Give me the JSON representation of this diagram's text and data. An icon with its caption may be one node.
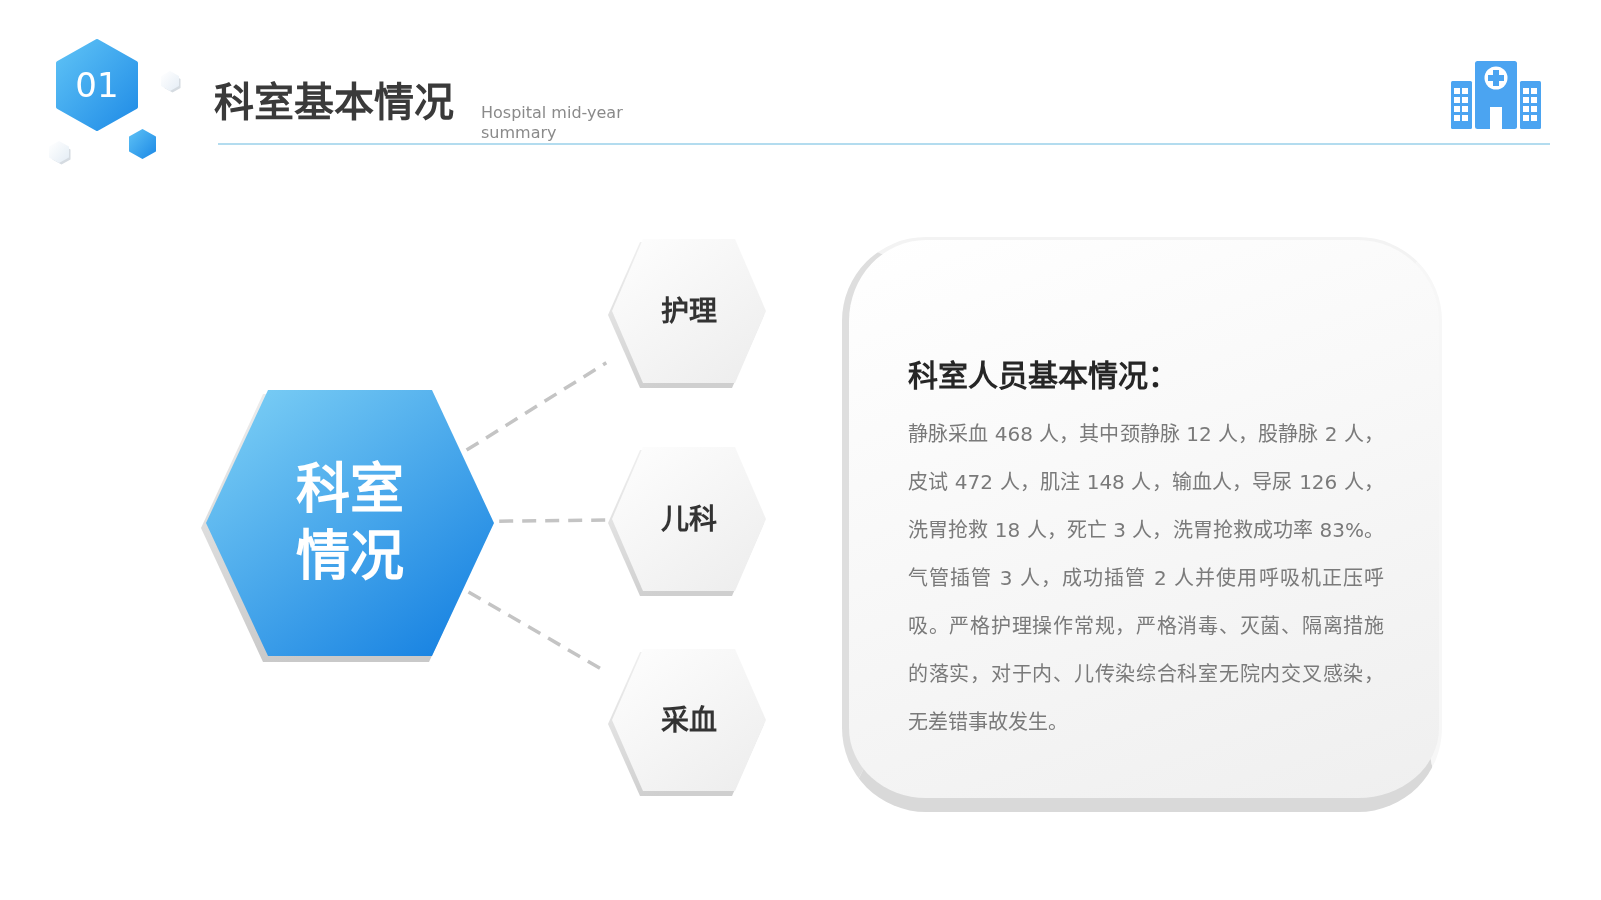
{
  "diagram": {
    "title": "科室基本情况",
    "nodes": [
      {
        "text": [
          "01"
        ]
      },
      {
        "text": [
          "科室情况"
        ]
      },
      {
        "text": [
          "护理"
        ]
      },
      {
        "text": [
          "儿科"
        ]
      },
      {
        "text": [
          "采血"
        ]
      },
      {
        "text": [
          "科室人员基本情况：",
          "静脉采血 468 人，其中颈静脉 12 人，股静脉 2 人，皮试 472 人，肌注 148 人，输血人，导尿 126 人，洗胃抢救 18 人，死亡 3 人，洗胃抢救成功率 83%。气管插管 3 人，成功插管 2 人并使用呼吸机正压呼吸。严格护理操作常规，严格消毒、灭菌、隔离措施的落实，对于内、儿传染综合科室无院内交叉感染，无差错事故发生。"
        ]
      }
    ],
    "edges": [
      {
        "from": 1,
        "to": 2,
        "arrow": "none",
        "style": "dashed"
      },
      {
        "from": 1,
        "to": 3,
        "arrow": "none",
        "style": "dashed"
      },
      {
        "from": 1,
        "to": 4,
        "arrow": "none",
        "style": "dashed"
      }
    ],
    "labels": [
      "Hospital mid-year summary"
    ]
  }
}
